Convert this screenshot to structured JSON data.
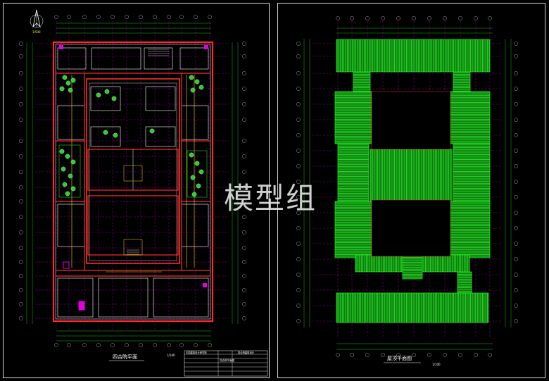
{
  "watermark": "模型组",
  "left_plan": {
    "title": "四合院平面",
    "scale": "1/100",
    "north_scale": "1/500"
  },
  "right_plan": {
    "title": "屋顶平面图",
    "scale": "1/100"
  },
  "title_block": {
    "company": "中国建筑设计研究院",
    "drawing_name": "四合院平面图",
    "project": "四合院建筑设计"
  },
  "colors": {
    "background": "#000000",
    "sheet_border": "#d8d8d8",
    "wall": "#ff2a2a",
    "wall_outline": "#ffffff",
    "roof": "#12e312",
    "dimension": "#10c010",
    "axis": "#d0d0d0",
    "tree": "#2bd12b",
    "magenta": "#e000e0",
    "yellow": "#f0e000",
    "axis_grid": "#c000c0"
  },
  "icons": [
    "north-arrow-icon"
  ]
}
